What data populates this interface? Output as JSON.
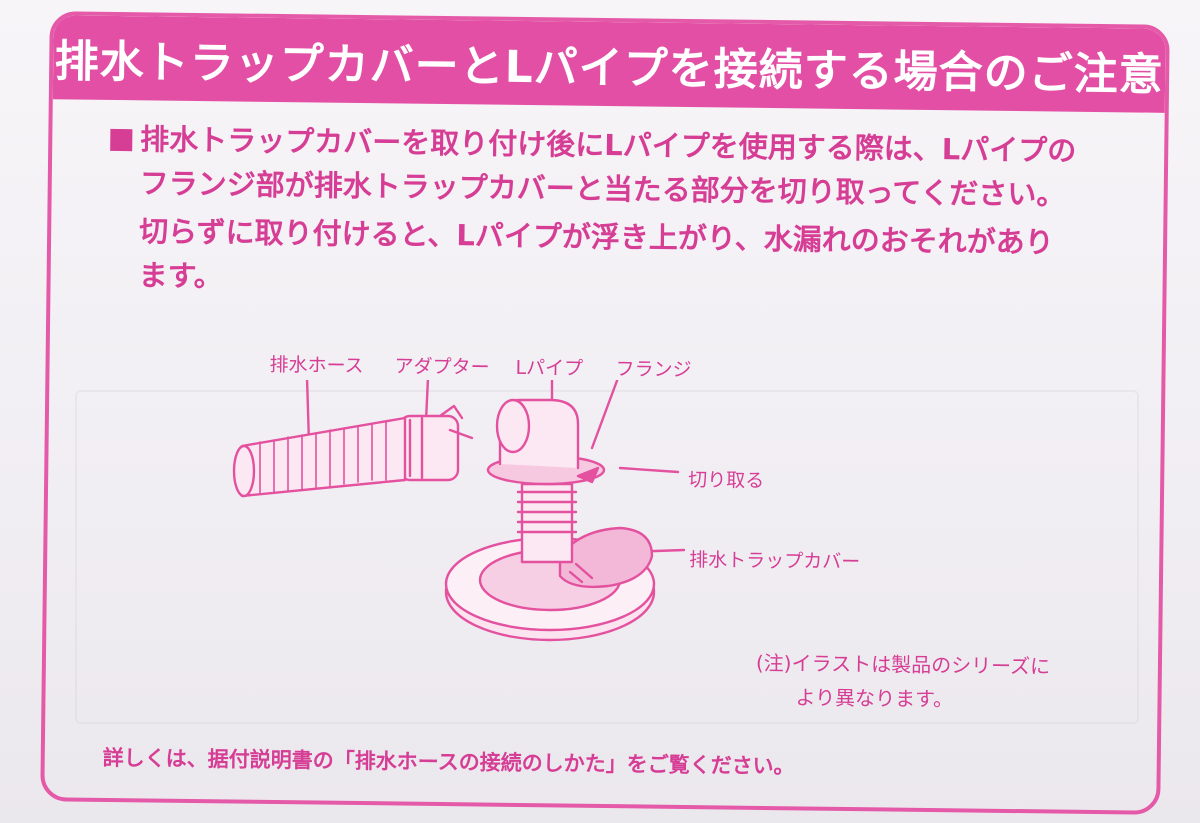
{
  "title": "排水トラップカバーとLパイプを接続する場合のご注意",
  "paragraph1": {
    "line1": "排水トラップカバーを取り付け後にLパイプを使用する際は、Lパイプの",
    "line2": "フランジ部が排水トラップカバーと当たる部分を切り取ってください。"
  },
  "paragraph2": {
    "line1": "切らずに取り付けると、Lパイプが浮き上がり、水漏れのおそれがあり",
    "line2": "ます。"
  },
  "diagram_labels": {
    "drain_hose": "排水ホース",
    "adapter": "アダプター",
    "l_pipe": "Lパイプ",
    "flange": "フランジ",
    "cut_off": "切り取る",
    "trap_cover": "排水トラップカバー"
  },
  "note": {
    "line1": "(注)イラストは製品のシリーズに",
    "line2": "より異なります。"
  },
  "footer": "詳しくは、据付説明書の「排水ホースの接続のしかた」をご覧ください。",
  "colors": {
    "accent": "#e34fa4",
    "text": "#d63d95",
    "paper": "#f4f1f5"
  }
}
